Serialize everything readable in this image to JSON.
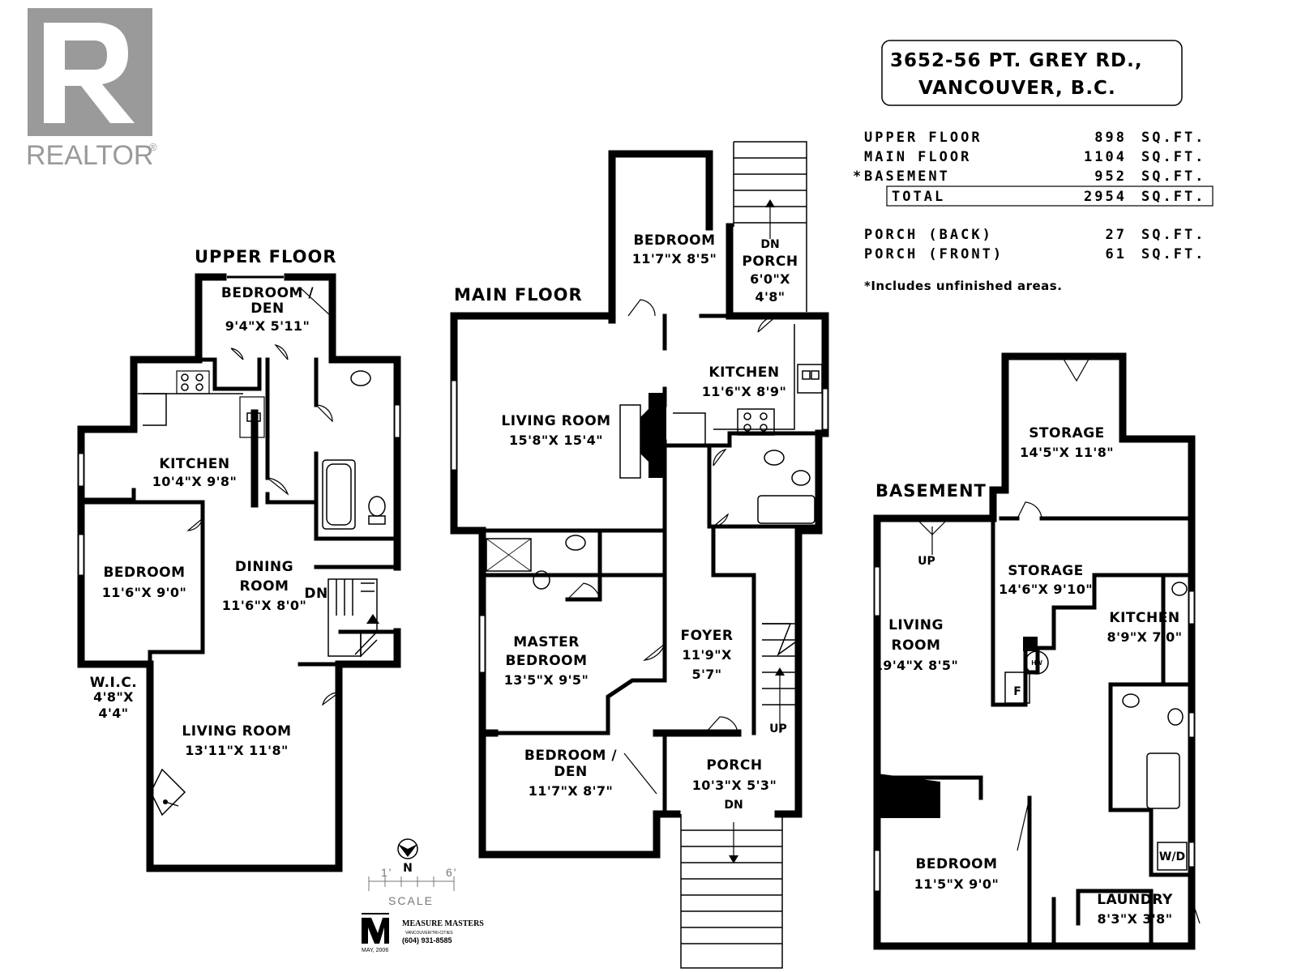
{
  "logo": {
    "text": "REALTOR",
    "mark": "®"
  },
  "address": {
    "line1": "3652-56 PT. GREY RD.,",
    "line2": "VANCOUVER, B.C."
  },
  "areas": {
    "rows": [
      {
        "label": "UPPER FLOOR",
        "value": "898",
        "unit": "SQ.FT."
      },
      {
        "label": "MAIN FLOOR",
        "value": "1104",
        "unit": "SQ.FT."
      },
      {
        "label": "BASEMENT",
        "value": "952",
        "unit": "SQ.FT.",
        "marker": "*"
      }
    ],
    "total": {
      "label": "TOTAL",
      "value": "2954",
      "unit": "SQ.FT."
    },
    "porches": [
      {
        "label": "PORCH (BACK)",
        "value": "27",
        "unit": "SQ.FT."
      },
      {
        "label": "PORCH (FRONT)",
        "value": "61",
        "unit": "SQ.FT."
      }
    ],
    "note": "*Includes unfinished areas."
  },
  "upper_floor": {
    "title": "UPPER FLOOR",
    "rooms": [
      {
        "name": "BEDROOM /",
        "name2": "DEN",
        "size": "9'4\"X 5'11\""
      },
      {
        "name": "KITCHEN",
        "size": "10'4\"X 9'8\""
      },
      {
        "name": "BEDROOM",
        "size": "11'6\"X 9'0\""
      },
      {
        "name": "DINING",
        "name2": "ROOM",
        "size": "11'6\"X 8'0\""
      },
      {
        "name": "W.I.C.",
        "name2": "4'8\"X",
        "size": "4'4\""
      },
      {
        "name": "LIVING ROOM",
        "size": "13'11\"X 11'8\""
      }
    ],
    "stair_label": "DN"
  },
  "main_floor": {
    "title": "MAIN FLOOR",
    "rooms": [
      {
        "name": "BEDROOM",
        "size": "11'7\"X 8'5\""
      },
      {
        "name": "PORCH",
        "name2": "6'0\"X",
        "size": "4'8\""
      },
      {
        "name": "LIVING ROOM",
        "size": "15'8\"X 15'4\""
      },
      {
        "name": "KITCHEN",
        "size": "11'6\"X 8'9\""
      },
      {
        "name": "MASTER",
        "name2": "BEDROOM",
        "size": "13'5\"X 9'5\""
      },
      {
        "name": "FOYER",
        "name2": "11'9\"X",
        "size": "5'7\""
      },
      {
        "name": "BEDROOM /",
        "name2": "DEN",
        "size": "11'7\"X 8'7\""
      },
      {
        "name": "PORCH",
        "size": "10'3\"X 5'3\""
      }
    ],
    "labels": {
      "dn_top": "DN",
      "up": "UP",
      "dn_bottom": "DN"
    }
  },
  "basement": {
    "title": "BASEMENT",
    "rooms": [
      {
        "name": "STORAGE",
        "size": "14'5\"X 11'8\""
      },
      {
        "name": "LIVING",
        "name2": "ROOM",
        "size": "19'4\"X 8'5\""
      },
      {
        "name": "STORAGE",
        "size": "14'6\"X 9'10\""
      },
      {
        "name": "KITCHEN",
        "size": "8'9\"X 7'0\""
      },
      {
        "name": "BEDROOM",
        "size": "11'5\"X 9'0\""
      },
      {
        "name": "LAUNDRY",
        "size": "8'3\"X 3'8\""
      }
    ],
    "labels": {
      "up": "UP",
      "hw": "HW",
      "f": "F",
      "wd": "W/D"
    }
  },
  "scale": {
    "north": "N",
    "min": "1'",
    "max": "6'",
    "label": "SCALE"
  },
  "credit": {
    "name": "MEASURE MASTERS",
    "area": "VANCOUVER/TRI-CITIES",
    "phone": "(604) 931-8585",
    "date": "MAY, 2006"
  }
}
